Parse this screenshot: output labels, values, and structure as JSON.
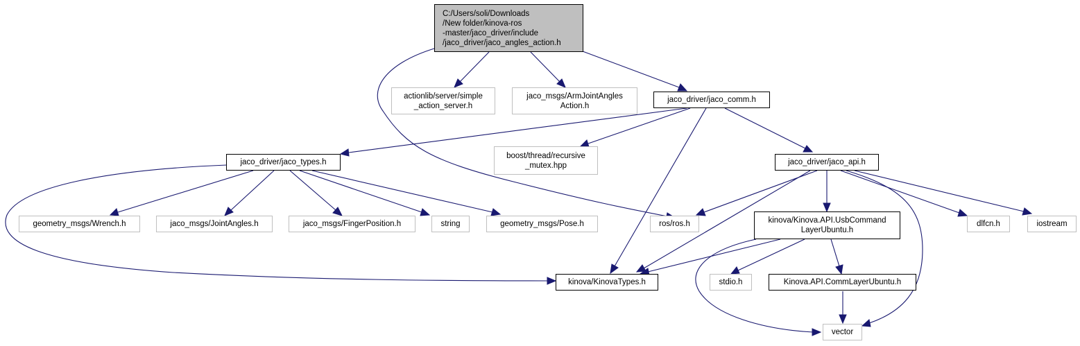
{
  "nodes": {
    "root": "C:/Users/soli/Downloads\n/New folder/kinova-ros\n-master/jaco_driver/include\n/jaco_driver/jaco_angles_action.h",
    "simple_action_server": "actionlib/server/simple\n_action_server.h",
    "arm_joint_angles_action": "jaco_msgs/ArmJointAngles\nAction.h",
    "jaco_comm": "jaco_driver/jaco_comm.h",
    "jaco_types": "jaco_driver/jaco_types.h",
    "recursive_mutex": "boost/thread/recursive\n_mutex.hpp",
    "jaco_api": "jaco_driver/jaco_api.h",
    "wrench": "geometry_msgs/Wrench.h",
    "joint_angles": "jaco_msgs/JointAngles.h",
    "finger_position": "jaco_msgs/FingerPosition.h",
    "string": "string",
    "pose": "geometry_msgs/Pose.h",
    "ros": "ros/ros.h",
    "usb_command_layer": "kinova/Kinova.API.UsbCommand\nLayerUbuntu.h",
    "dlfcn": "dlfcn.h",
    "iostream": "iostream",
    "kinova_types": "kinova/KinovaTypes.h",
    "stdio": "stdio.h",
    "comm_layer": "Kinova.API.CommLayerUbuntu.h",
    "vector": "vector"
  },
  "edges": [
    [
      "root",
      "simple_action_server"
    ],
    [
      "root",
      "arm_joint_angles_action"
    ],
    [
      "root",
      "jaco_comm"
    ],
    [
      "root",
      "ros"
    ],
    [
      "jaco_comm",
      "jaco_types"
    ],
    [
      "jaco_comm",
      "recursive_mutex"
    ],
    [
      "jaco_comm",
      "jaco_api"
    ],
    [
      "jaco_comm",
      "kinova_types"
    ],
    [
      "jaco_types",
      "wrench"
    ],
    [
      "jaco_types",
      "joint_angles"
    ],
    [
      "jaco_types",
      "finger_position"
    ],
    [
      "jaco_types",
      "string"
    ],
    [
      "jaco_types",
      "pose"
    ],
    [
      "jaco_types",
      "kinova_types"
    ],
    [
      "jaco_api",
      "ros"
    ],
    [
      "jaco_api",
      "kinova_types"
    ],
    [
      "jaco_api",
      "usb_command_layer"
    ],
    [
      "jaco_api",
      "dlfcn"
    ],
    [
      "jaco_api",
      "iostream"
    ],
    [
      "jaco_api",
      "vector"
    ],
    [
      "usb_command_layer",
      "kinova_types"
    ],
    [
      "usb_command_layer",
      "stdio"
    ],
    [
      "usb_command_layer",
      "comm_layer"
    ],
    [
      "usb_command_layer",
      "vector"
    ],
    [
      "comm_layer",
      "vector"
    ]
  ]
}
